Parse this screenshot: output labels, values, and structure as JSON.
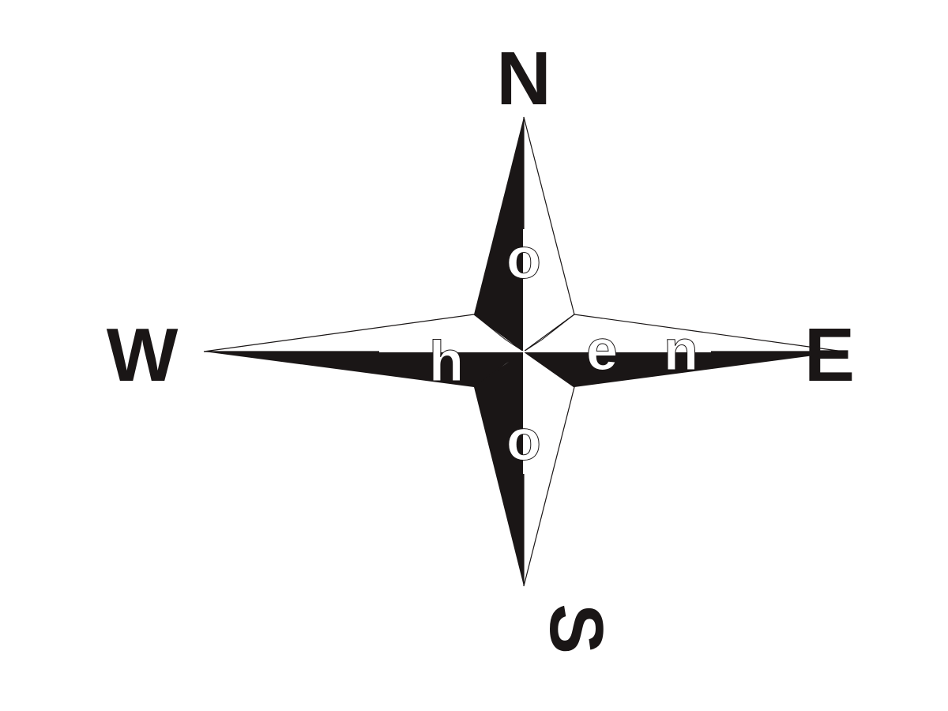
{
  "labels": {
    "north": "N",
    "east": "E",
    "south": "S",
    "west": "W"
  },
  "inner_letters": {
    "north_arm": "o",
    "south_arm": "o",
    "west_arm": "h",
    "east_arm_1": "e",
    "east_arm_2": "n"
  },
  "colors": {
    "ink": "#1a1616",
    "paper": "#ffffff"
  }
}
